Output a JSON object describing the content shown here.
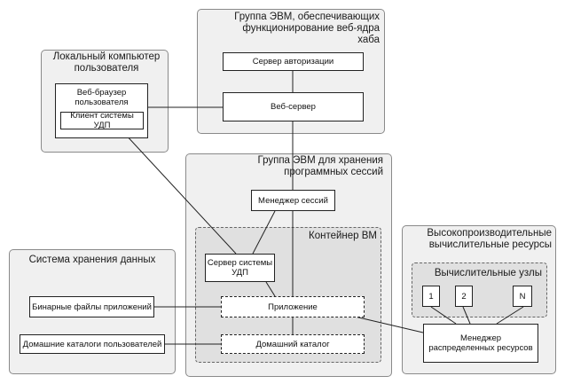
{
  "groups": {
    "hub": "Группа ЭВМ, обеспечивающих функционирование веб-ядра хаба",
    "local": "Локальный компьютер пользователя",
    "storage_group": "Группа ЭВМ для хранения программных сессий",
    "container": "Контейнер ВМ",
    "hpc": "Высокопроизводительные вычислительные ресурсы",
    "nodes": "Вычислительные узлы",
    "data_storage": "Система хранения данных"
  },
  "boxes": {
    "auth": "Сервер авторизации",
    "web_server": "Веб-сервер",
    "browser": "Веб-браузер пользователя",
    "client": "Клиент системы УДП",
    "session_manager": "Менеджер сессий",
    "udp_server": "Сервер системы УДП",
    "application": "Приложение",
    "home_dir": "Домашний каталог",
    "binaries": "Бинарные файлы приложений",
    "home_dirs": "Домашние каталоги пользователей",
    "resource_manager": "Менеджер распределенных ресурсов",
    "node1": "1",
    "node2": "2",
    "nodeN": "N"
  }
}
